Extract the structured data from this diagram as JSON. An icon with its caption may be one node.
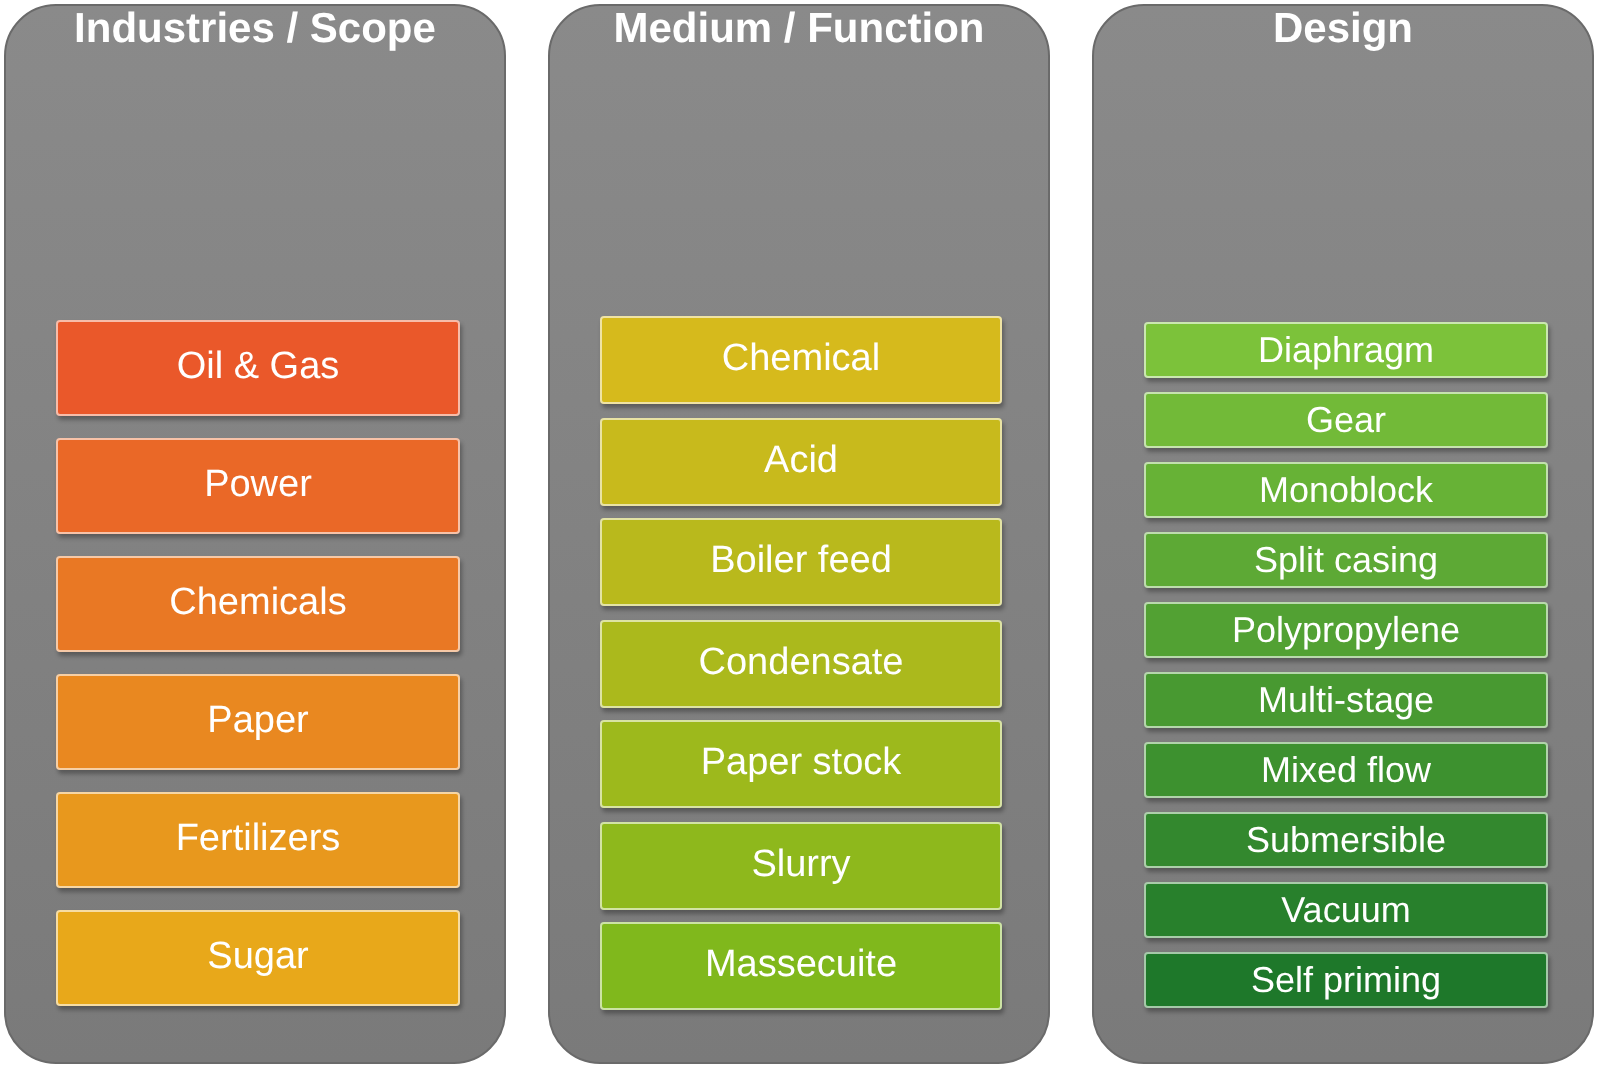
{
  "diagram": {
    "nodes": [
      {
        "text": [
          "Industries / Scope"
        ]
      },
      {
        "text": [
          "Oil & Gas"
        ],
        "in": 0
      },
      {
        "text": [
          "Power"
        ],
        "in": 0
      },
      {
        "text": [
          "Chemicals"
        ],
        "in": 0
      },
      {
        "text": [
          "Paper"
        ],
        "in": 0
      },
      {
        "text": [
          "Fertilizers"
        ],
        "in": 0
      },
      {
        "text": [
          "Sugar"
        ],
        "in": 0
      },
      {
        "text": [
          "Medium / Function"
        ]
      },
      {
        "text": [
          "Chemical"
        ],
        "in": 7
      },
      {
        "text": [
          "Acid"
        ],
        "in": 7
      },
      {
        "text": [
          "Boiler feed"
        ],
        "in": 7
      },
      {
        "text": [
          "Condensate"
        ],
        "in": 7
      },
      {
        "text": [
          "Paper stock"
        ],
        "in": 7
      },
      {
        "text": [
          "Slurry"
        ],
        "in": 7
      },
      {
        "text": [
          "Massecuite"
        ],
        "in": 7
      },
      {
        "text": [
          "Design"
        ]
      },
      {
        "text": [
          "Diaphragm"
        ],
        "in": 15
      },
      {
        "text": [
          "Gear"
        ],
        "in": 15
      },
      {
        "text": [
          "Monoblock"
        ],
        "in": 15
      },
      {
        "text": [
          "Split casing"
        ],
        "in": 15
      },
      {
        "text": [
          "Polypropylene"
        ],
        "in": 15
      },
      {
        "text": [
          "Multi-stage"
        ],
        "in": 15
      },
      {
        "text": [
          "Mixed flow"
        ],
        "in": 15
      },
      {
        "text": [
          "Submersible"
        ],
        "in": 15
      },
      {
        "text": [
          "Vacuum"
        ],
        "in": 15
      },
      {
        "text": [
          "Self priming"
        ],
        "in": 15
      }
    ]
  }
}
